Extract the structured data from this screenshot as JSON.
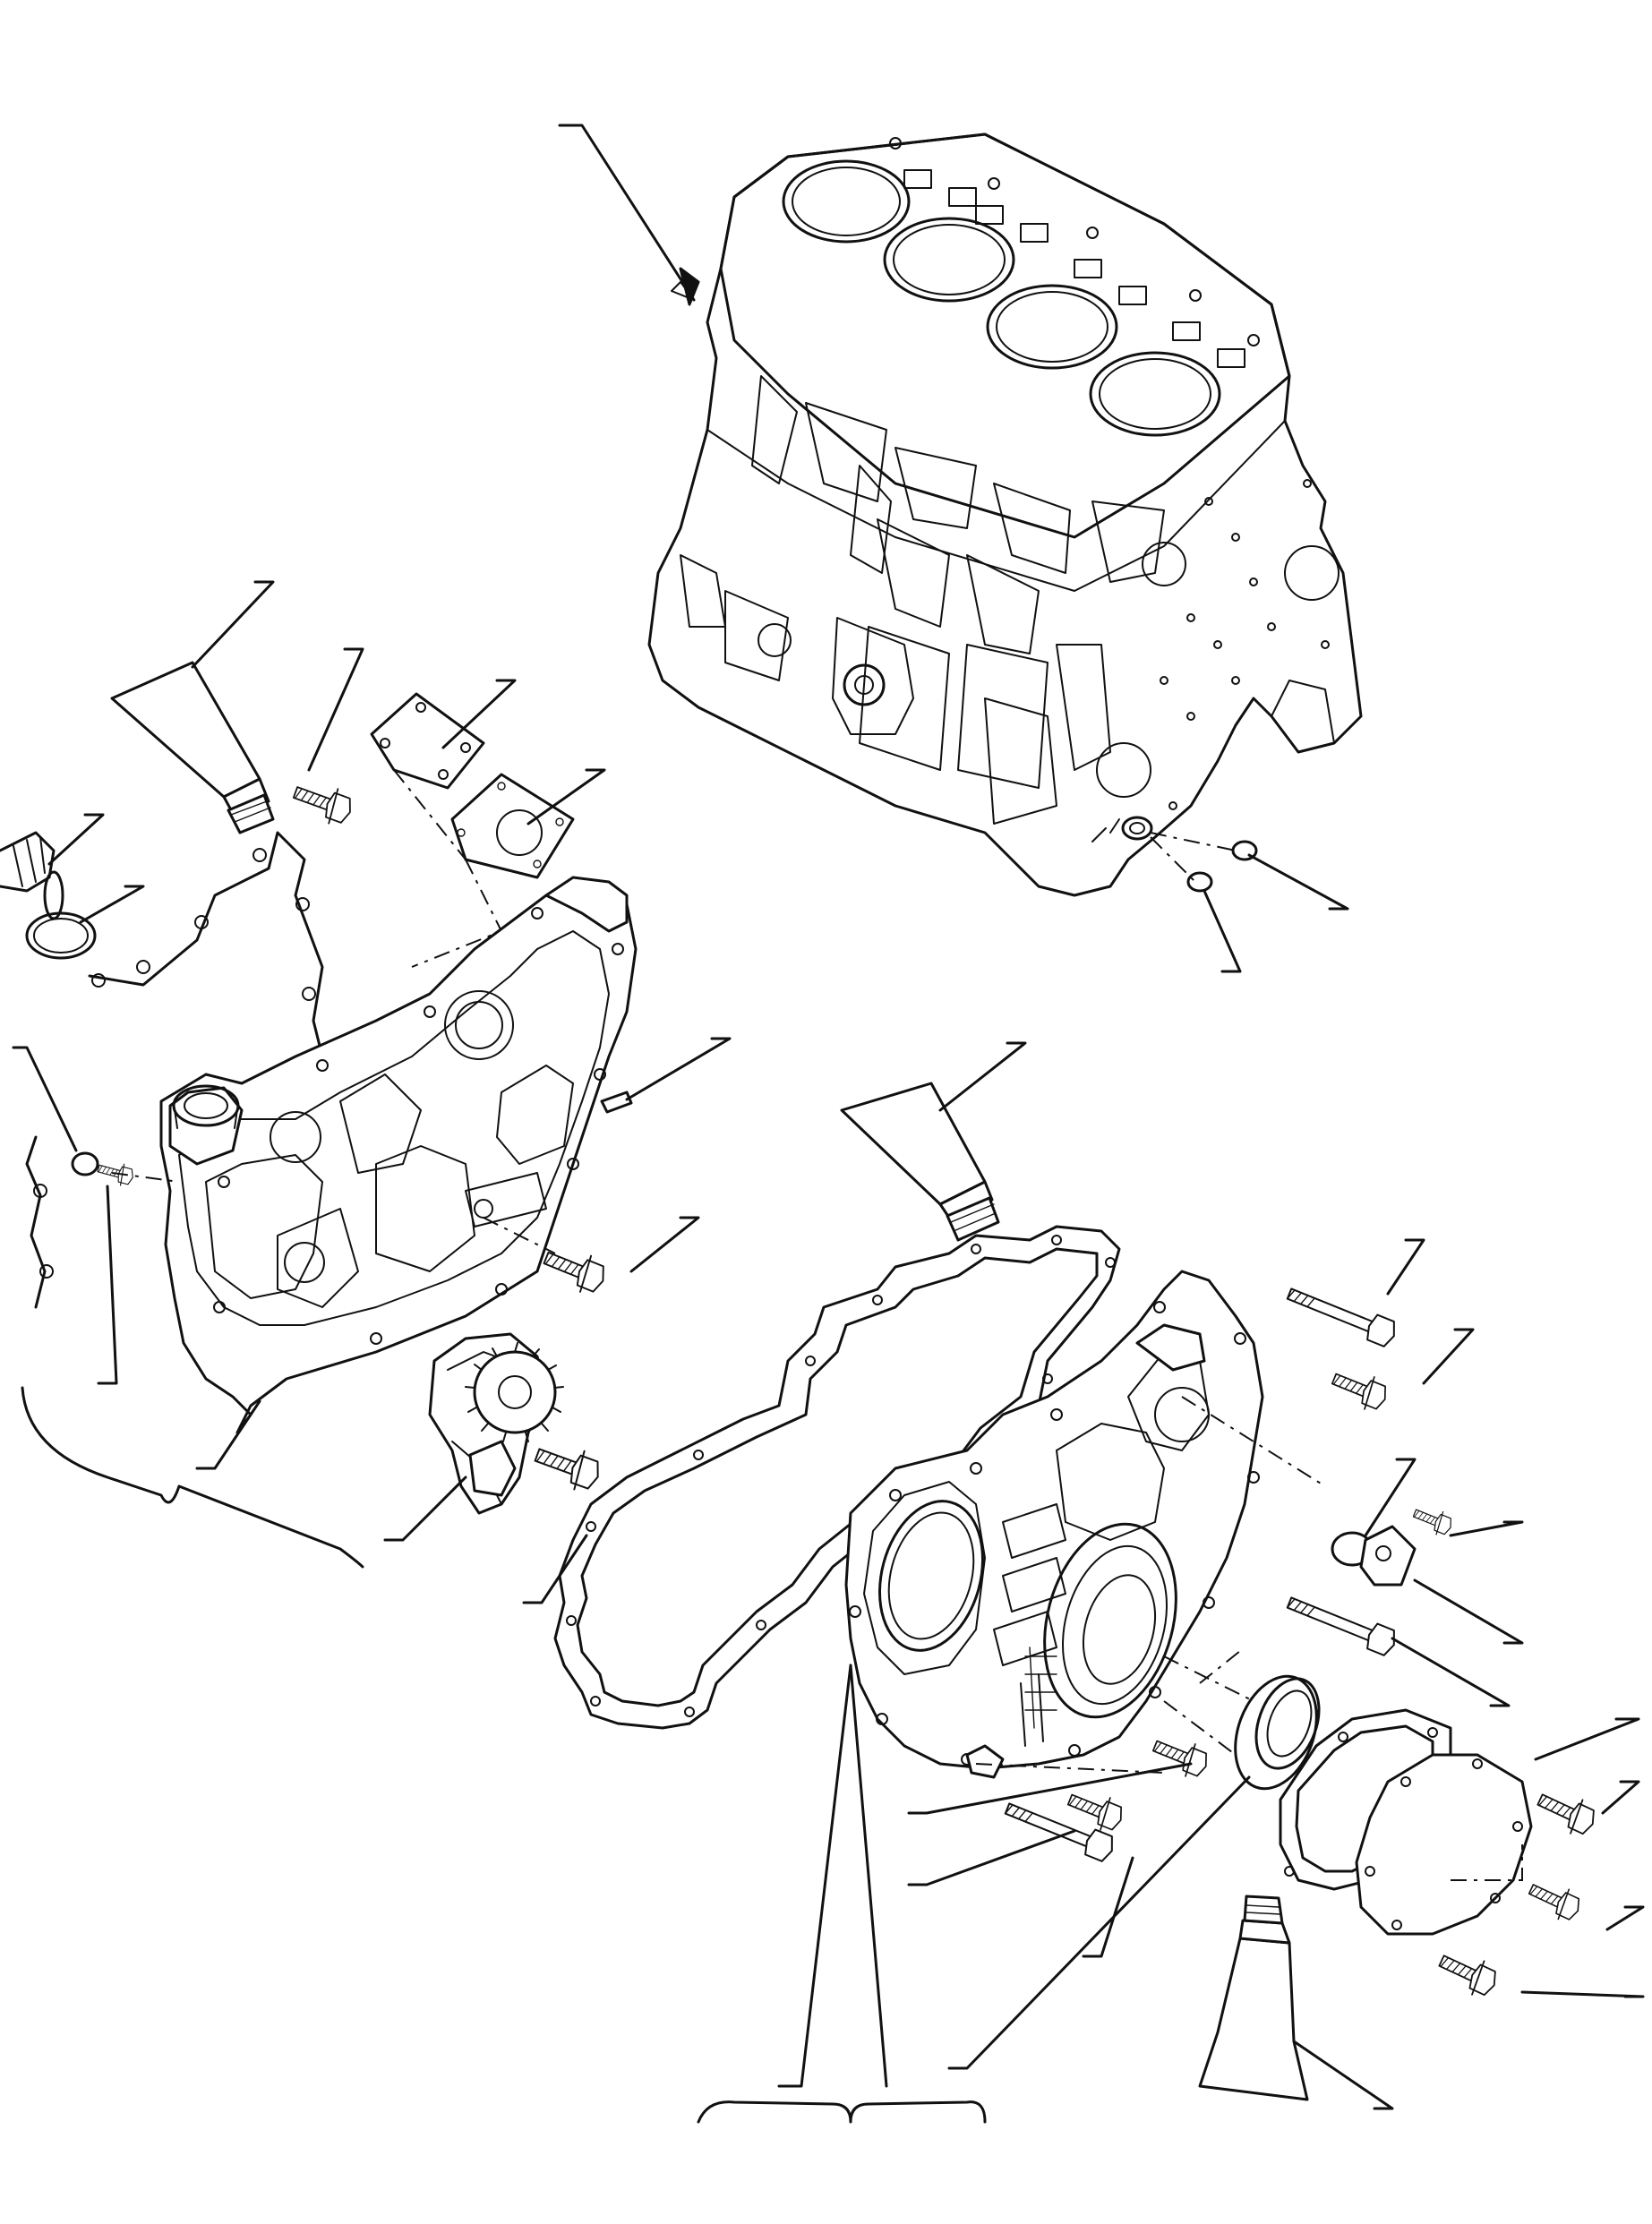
{
  "diagram": {
    "style": "black line-art exploded view",
    "background": "#ffffff",
    "line_color": "#111111",
    "components": [
      {
        "id": "cylinder-block",
        "icon": "engine-block-icon"
      },
      {
        "id": "front-housing",
        "icon": "gear-case-icon"
      },
      {
        "id": "rear-housing",
        "icon": "flywheel-housing-icon"
      },
      {
        "id": "oil-pump",
        "icon": "gear-icon"
      },
      {
        "id": "sealant-tube-upper",
        "icon": "tube-icon"
      },
      {
        "id": "sealant-tube-middle",
        "icon": "tube-icon"
      },
      {
        "id": "sealant-tube-lower",
        "icon": "tube-icon"
      },
      {
        "id": "oil-filler-cap",
        "icon": "cap-icon"
      },
      {
        "id": "o-rings",
        "icon": "ring-icon"
      },
      {
        "id": "bolts",
        "icon": "bolt-icon"
      },
      {
        "id": "gaskets",
        "icon": "gasket-icon"
      },
      {
        "id": "oil-seal",
        "icon": "seal-icon"
      },
      {
        "id": "cover-plates",
        "icon": "plate-icon"
      }
    ]
  }
}
